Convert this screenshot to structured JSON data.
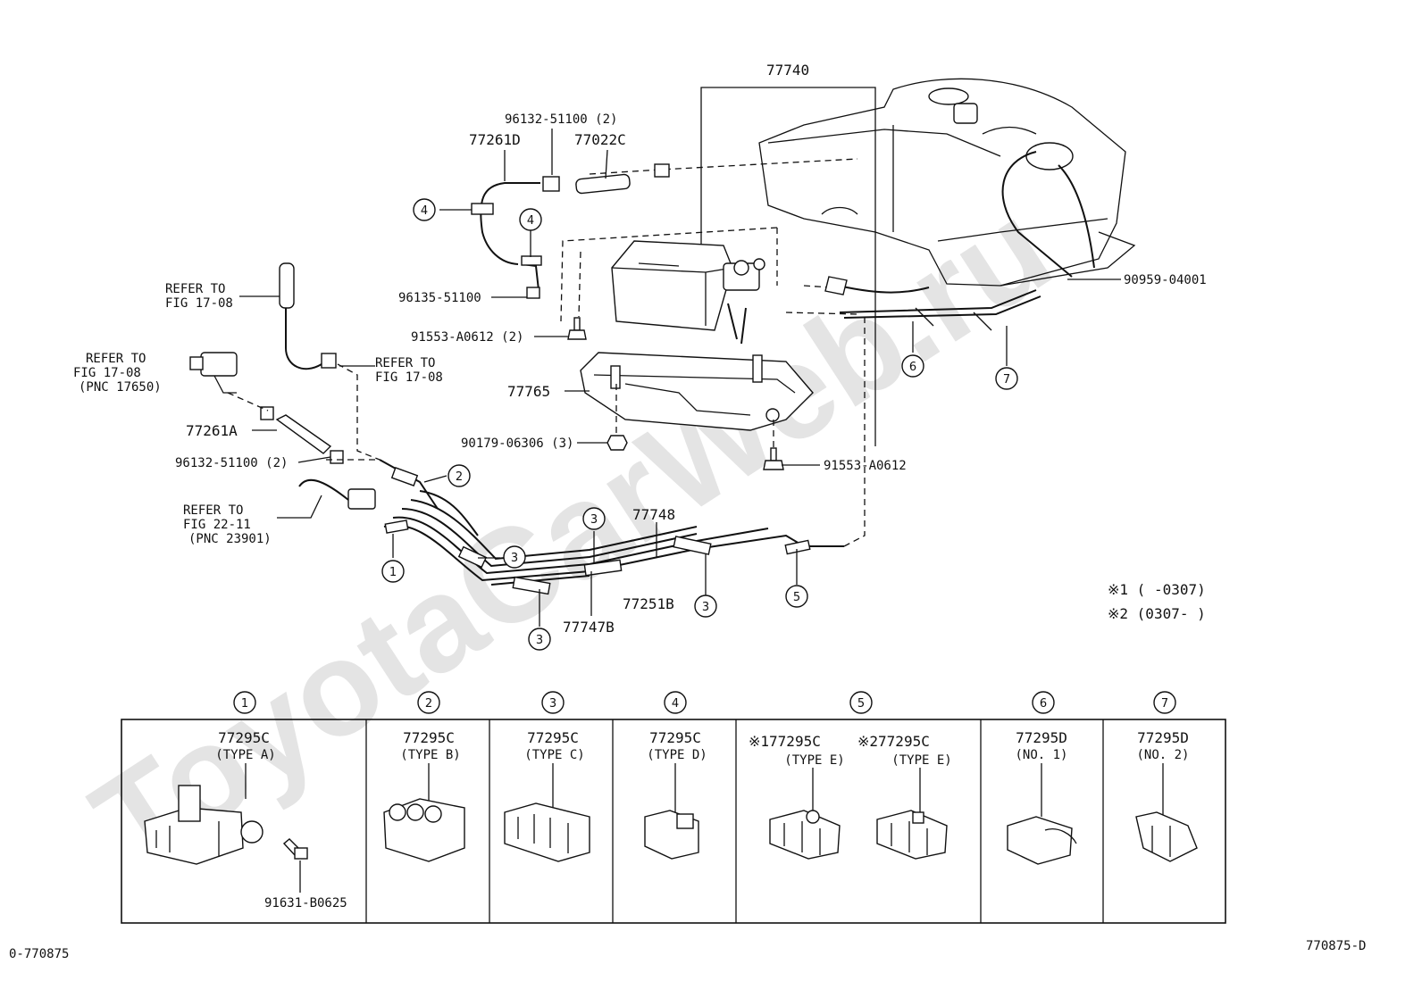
{
  "watermark": "ToyotaCarWeb.ru",
  "parts": {
    "p77740": "77740",
    "p96132_top": "96132-51100 (2)",
    "p77261D": "77261D",
    "p77022C": "77022C",
    "p96135": "96135-51100",
    "p91553_2": "91553-A0612 (2)",
    "p90959": "90959-04001",
    "p77765": "77765",
    "p90179": "90179-06306 (3)",
    "p91553": "91553-A0612",
    "p77261A": "77261A",
    "p96132_low": "96132-51100 (2)",
    "p77748": "77748",
    "p77251B": "77251B",
    "p77747B": "77747B"
  },
  "refs": {
    "ref1_line1": "REFER TO",
    "ref1_line2": "FIG 17-08",
    "ref2_line1": "REFER TO",
    "ref2_line2": "FIG 17-08",
    "ref2_line3": "(PNC 17650)",
    "ref3_line1": "REFER TO",
    "ref3_line2": "FIG 17-08",
    "ref4_line1": "REFER TO",
    "ref4_line2": "FIG 22-11",
    "ref4_line3": "(PNC 23901)"
  },
  "notes": {
    "note1": "※1 (      -0307)",
    "note2": "※2 (0307-      )"
  },
  "callouts": [
    "1",
    "2",
    "3",
    "4",
    "5",
    "6",
    "7"
  ],
  "table": {
    "c1_part": "77295C",
    "c1_type": "(TYPE A)",
    "c1_bolt": "91631-B0625",
    "c2_part": "77295C",
    "c2_type": "(TYPE B)",
    "c3_part": "77295C",
    "c3_type": "(TYPE C)",
    "c4_part": "77295C",
    "c4_type": "(TYPE D)",
    "c5a_part": "※177295C",
    "c5a_type": "(TYPE E)",
    "c5b_part": "※277295C",
    "c5b_type": "(TYPE E)",
    "c6_part": "77295D",
    "c6_type": "(NO. 1)",
    "c7_part": "77295D",
    "c7_type": "(NO. 2)"
  },
  "footer": {
    "left": "0-770875",
    "right": "770875-D"
  }
}
